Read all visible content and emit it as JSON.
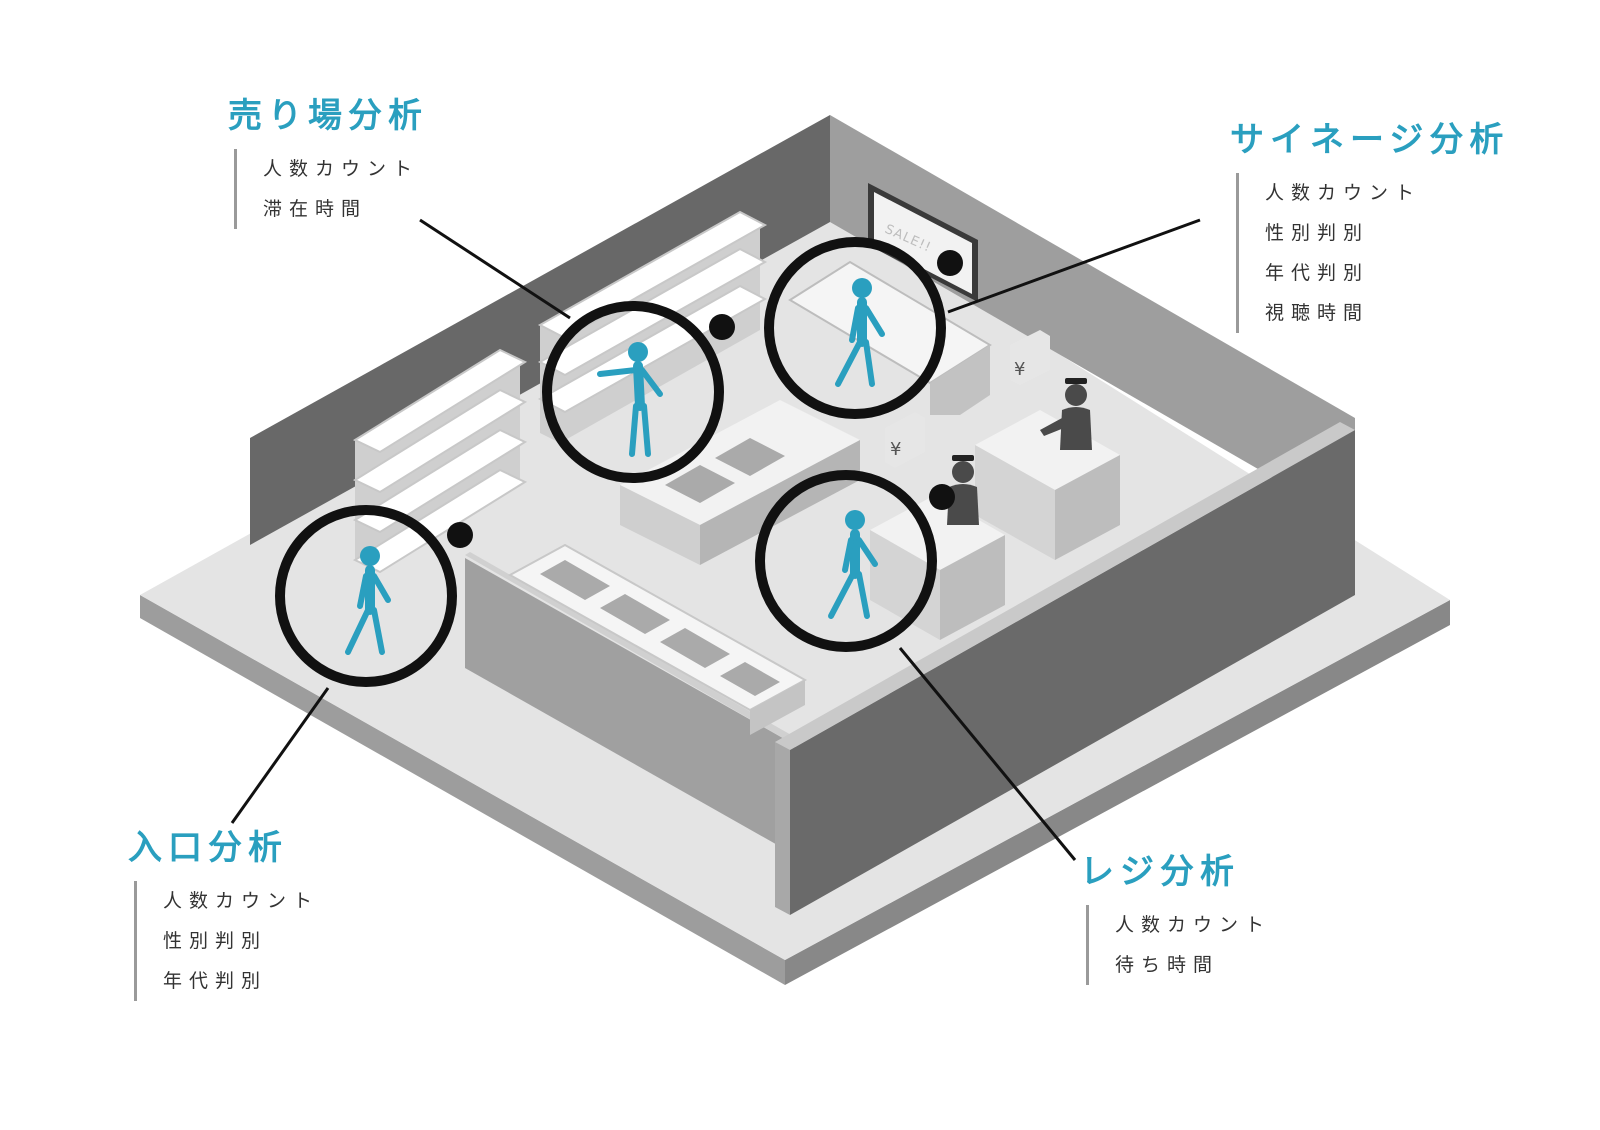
{
  "colors": {
    "accent": "#2a9fbf",
    "text": "#333333",
    "bar": "#9a9a9a",
    "floor": "#e2e2e2",
    "wall_dark": "#666666",
    "wall_mid": "#8c8c8c",
    "wall_light": "#a6a6a6"
  },
  "zones": {
    "sales_floor": {
      "title": "売り場分析",
      "metrics": [
        "人数カウント",
        "滞在時間"
      ]
    },
    "signage": {
      "title": "サイネージ分析",
      "metrics": [
        "人数カウント",
        "性別判別",
        "年代判別",
        "視聴時間"
      ]
    },
    "entrance": {
      "title": "入口分析",
      "metrics": [
        "人数カウント",
        "性別判別",
        "年代判別"
      ]
    },
    "register": {
      "title": "レジ分析",
      "metrics": [
        "人数カウント",
        "待ち時間"
      ]
    }
  },
  "scene": {
    "sign_text": "SALE!!",
    "price_symbol": "¥",
    "icons": [
      "person-icon",
      "camera-dot-icon",
      "cashier-icon",
      "price-tag-icon"
    ]
  }
}
